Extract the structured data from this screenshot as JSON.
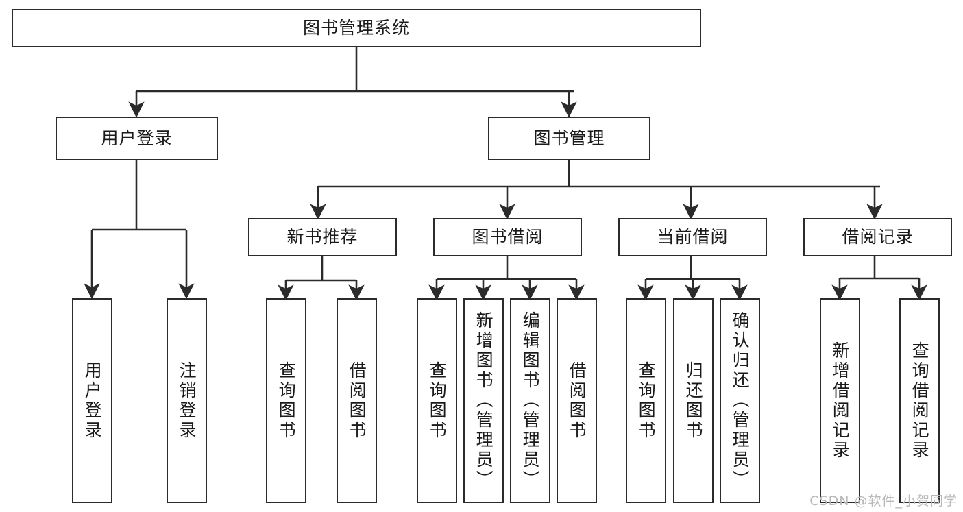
{
  "diagram": {
    "type": "tree-hierarchy",
    "title": "图书管理系统",
    "root": {
      "id": "root",
      "label": "图书管理系统"
    },
    "level2": [
      {
        "id": "user-login",
        "label": "用户登录"
      },
      {
        "id": "book-manage",
        "label": "图书管理"
      }
    ],
    "level3": [
      {
        "id": "new-rec",
        "label": "新书推荐"
      },
      {
        "id": "borrow",
        "label": "图书借阅"
      },
      {
        "id": "current",
        "label": "当前借阅"
      },
      {
        "id": "record",
        "label": "借阅记录"
      }
    ],
    "leaves": {
      "user_login": [
        {
          "id": "leaf-user-login",
          "label": "用户登录"
        },
        {
          "id": "leaf-logout",
          "label": "注销登录"
        }
      ],
      "new_rec": [
        {
          "id": "leaf-query-book-1",
          "label": "查询图书"
        },
        {
          "id": "leaf-borrow-book-1",
          "label": "借阅图书"
        }
      ],
      "borrow": [
        {
          "id": "leaf-query-book-2",
          "label": "查询图书"
        },
        {
          "id": "leaf-add-book",
          "label": "新增图书（管理员）"
        },
        {
          "id": "leaf-edit-book",
          "label": "编辑图书（管理员）"
        },
        {
          "id": "leaf-borrow-book-2",
          "label": "借阅图书"
        }
      ],
      "current": [
        {
          "id": "leaf-query-book-3",
          "label": "查询图书"
        },
        {
          "id": "leaf-return-book",
          "label": "归还图书"
        },
        {
          "id": "leaf-confirm-return",
          "label": "确认归还（管理员）"
        }
      ],
      "record": [
        {
          "id": "leaf-add-record",
          "label": "新增借阅记录"
        },
        {
          "id": "leaf-query-record",
          "label": "查询借阅记录"
        }
      ]
    }
  },
  "watermark": {
    "text": "CSDN @软件_小贺同学"
  },
  "colors": {
    "stroke": "#2b2b2b",
    "background": "#ffffff",
    "text": "#1a1a1a",
    "watermark": "#b9b9b9"
  }
}
